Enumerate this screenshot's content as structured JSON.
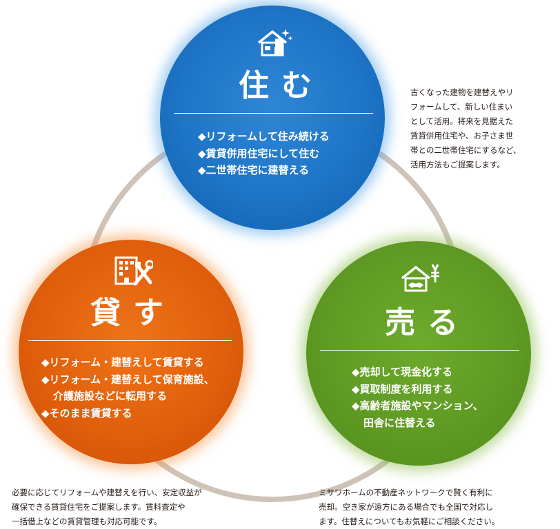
{
  "colors": {
    "ring": "#cfc3b8",
    "live": "#1e74c6",
    "rent": "#e15f0c",
    "sell": "#5f9a24",
    "text": "#231815",
    "white": "#ffffff"
  },
  "live": {
    "title": "住む",
    "icon": "house-sparkle-icon",
    "items": [
      "◆リフォームして住み続ける",
      "◆賃貸併用住宅にして住む",
      "◆二世帯住宅に建替える"
    ],
    "description": [
      "古くなった建物を建替えやリ",
      "フォームして、新しい住まい",
      "として活用。将来を見据えた",
      "賃貸併用住宅や、お子さま世",
      "帯との二世帯住宅にするなど、",
      "活用方法もご提案します。"
    ]
  },
  "rent": {
    "title": "貸す",
    "icon": "building-tools-icon",
    "items": [
      "◆リフォーム・建替えして賃貸する",
      "◆リフォーム・建替えして保育施設、",
      "介護施設などに転用する",
      "◆そのまま賃貸する"
    ],
    "description": [
      "必要に応じてリフォームや建替えを行い、安定収益が",
      "確保できる賃貸住宅をご提案します。賃料査定や",
      "一括借上などの賃貸管理も対応可能です。"
    ]
  },
  "sell": {
    "title": "売る",
    "icon": "house-handshake-yen-icon",
    "items": [
      "◆売却して現金化する",
      "◆買取制度を利用する",
      "◆高齢者施設やマンション、",
      "田舎に住替える"
    ],
    "description": [
      "ミサワホームの不動産ネットワークで賢く有利に",
      "売却。空き家が遠方にある場合でも全国で対応し",
      "ます。住替えについてもお気軽にご相談ください。"
    ]
  }
}
